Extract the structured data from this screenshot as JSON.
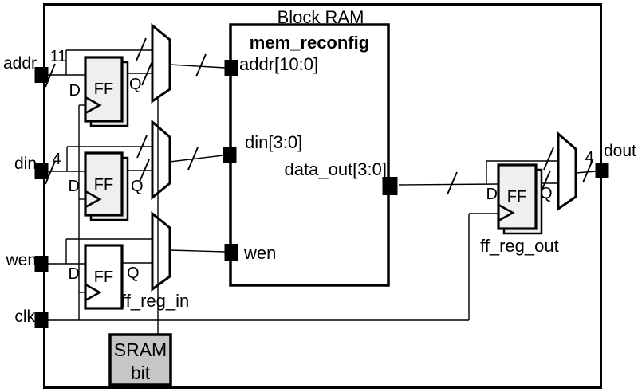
{
  "colors": {
    "line": "#000000",
    "ff_fill": "#efefef",
    "wen_ff_fill": "#ffffff",
    "sram_fill": "#c6c6c6",
    "bram_fill": "#ffffff",
    "port_fill": "#000000",
    "background": "#ffffff"
  },
  "block_ram": {
    "title": "Block RAM",
    "module_name": "mem_reconfig",
    "ports": {
      "addr": "addr[10:0]",
      "din": "din[3:0]",
      "data_out": "data_out[3:0]",
      "wen": "wen"
    }
  },
  "chip_ports": {
    "addr": {
      "label": "addr",
      "width": "11"
    },
    "din": {
      "label": "din",
      "width": "4"
    },
    "wen": {
      "label": "wen"
    },
    "clk": {
      "label": "clk"
    },
    "dout": {
      "label": "dout",
      "width": "4"
    }
  },
  "registers": {
    "d": "D",
    "q": "Q",
    "ff": "FF",
    "input_reg_label": "ff_reg_in",
    "output_reg_label": "ff_reg_out"
  },
  "sram": {
    "line1": "SRAM",
    "line2": "bit"
  }
}
